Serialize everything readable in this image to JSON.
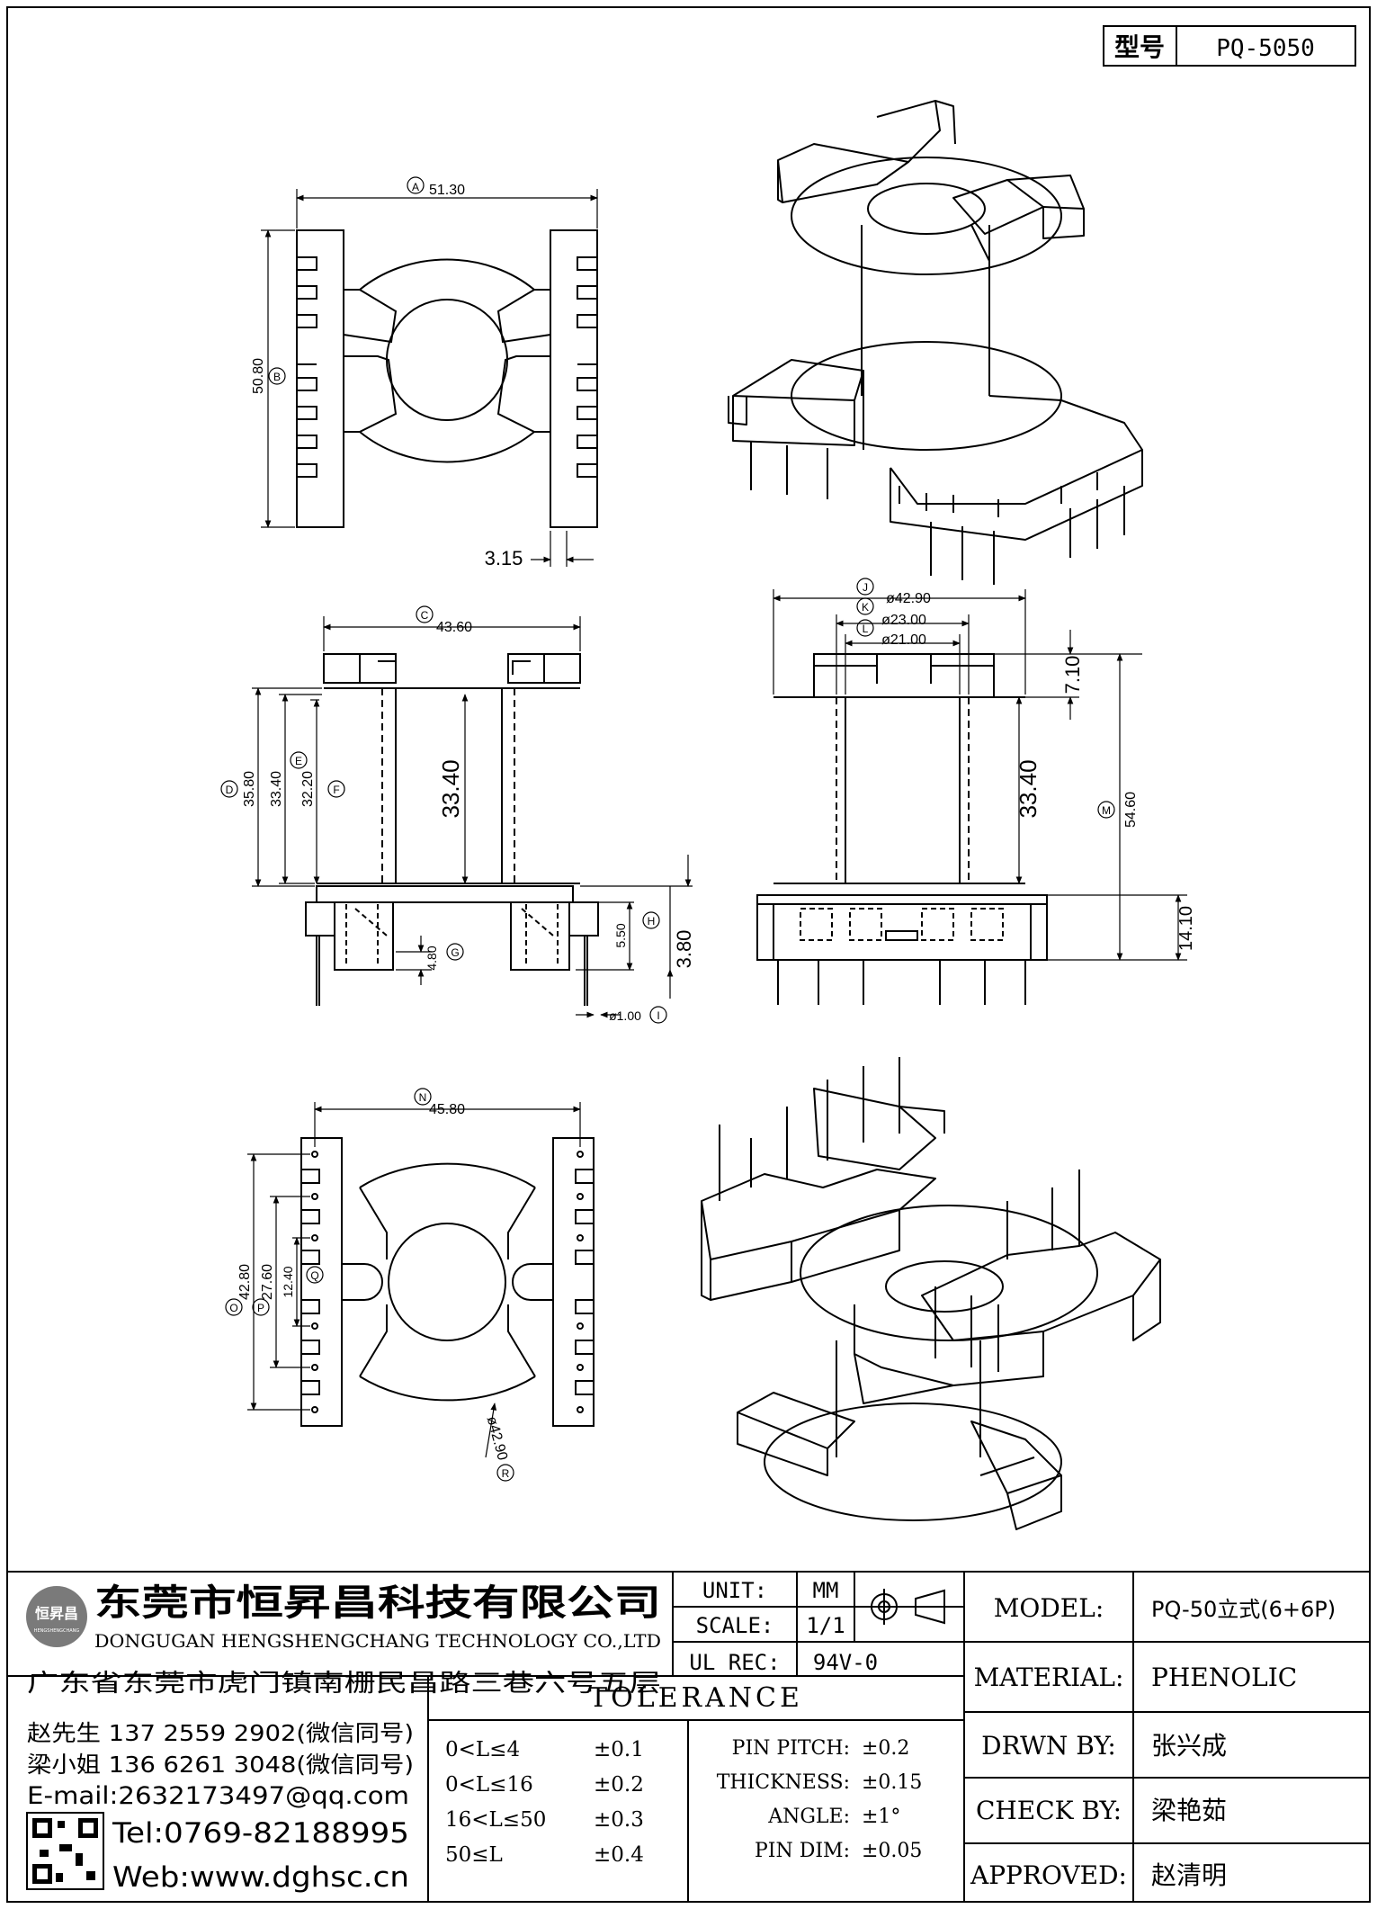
{
  "header": {
    "model_label": "型号",
    "model_value": "PQ-5050"
  },
  "top_view": {
    "dim_a_tag": "A",
    "dim_a": "51.30",
    "dim_b_tag": "B",
    "dim_b": "50.80",
    "dim_pin": "3.15"
  },
  "front_view": {
    "dim_c_tag": "C",
    "dim_c": "43.60",
    "dim_d_tag": "D",
    "dim_d": "35.80",
    "dim_e_tag": "E",
    "dim_e": "33.40",
    "dim_f_tag": "F",
    "dim_f": "32.20",
    "dim_center": "33.40",
    "dim_g_tag": "G",
    "dim_g": "4.80",
    "dim_h_tag": "H",
    "dim_h": "5.50",
    "dim_i_tag": "I",
    "dim_i": "ø1.00",
    "dim_bottom": "3.80"
  },
  "side_view": {
    "dim_j_tag": "J",
    "dim_j": "ø42.90",
    "dim_k_tag": "K",
    "dim_k": "ø23.00",
    "dim_l_tag": "L",
    "dim_l": "ø21.00",
    "dim_top": "7.10",
    "dim_center": "33.40",
    "dim_m_tag": "M",
    "dim_m": "54.60",
    "dim_bottom": "14.10"
  },
  "bottom_view": {
    "dim_n_tag": "N",
    "dim_n": "45.80",
    "dim_o_tag": "O",
    "dim_o": "42.80",
    "dim_p_tag": "P",
    "dim_p": "27.60",
    "dim_q_tag": "Q",
    "dim_q": "12.40",
    "dim_r_tag": "R",
    "dim_r": "ø42.90"
  },
  "title_block": {
    "company_cn": "东莞市恒昇昌科技有限公司",
    "company_en": "DONGUGAN HENGSHENGCHANG TECHNOLOGY CO.,LTD",
    "logo_text": "恒昇昌",
    "logo_sub": "HENGSHENGCHANG",
    "address": "广东省东莞市虎门镇南栅民昌路三巷六号五层",
    "unit_label": "UNIT:",
    "unit_value": "MM",
    "scale_label": "SCALE:",
    "scale_value": "1/1",
    "ulrec_label": "UL REC:",
    "ulrec_value": "94V-0",
    "model_label": "MODEL:",
    "model_value": "PQ-50立式(6+6P)",
    "material_label": "MATERIAL:",
    "material_value": "PHENOLIC",
    "drwn_label": "DRWN BY:",
    "drwn_value": "张兴成",
    "check_label": "CHECK BY:",
    "check_value": "梁艳茹",
    "approved_label": "APPROVED:",
    "approved_value": "赵清明",
    "contact1": "赵先生 137 2559 2902(微信同号)",
    "contact2": "梁小姐 136 6261 3048(微信同号)",
    "email": "E-mail:2632173497@qq.com",
    "tel": "Tel:0769-82188995",
    "web": "Web:www.dghsc.cn",
    "tolerance_title": "TOLERANCE",
    "tol_rows": [
      {
        "range": "0<L≤4",
        "value": "±0.1"
      },
      {
        "range": "0<L≤16",
        "value": "±0.2"
      },
      {
        "range": "16<L≤50",
        "value": "±0.3"
      },
      {
        "range": "50≤L",
        "value": "±0.4"
      }
    ],
    "tol_extra": [
      {
        "label": "PIN PITCH:",
        "value": "±0.2"
      },
      {
        "label": "THICKNESS:",
        "value": "±0.15"
      },
      {
        "label": "ANGLE:",
        "value": "±1°"
      },
      {
        "label": "PIN DIM:",
        "value": "±0.05"
      }
    ]
  }
}
